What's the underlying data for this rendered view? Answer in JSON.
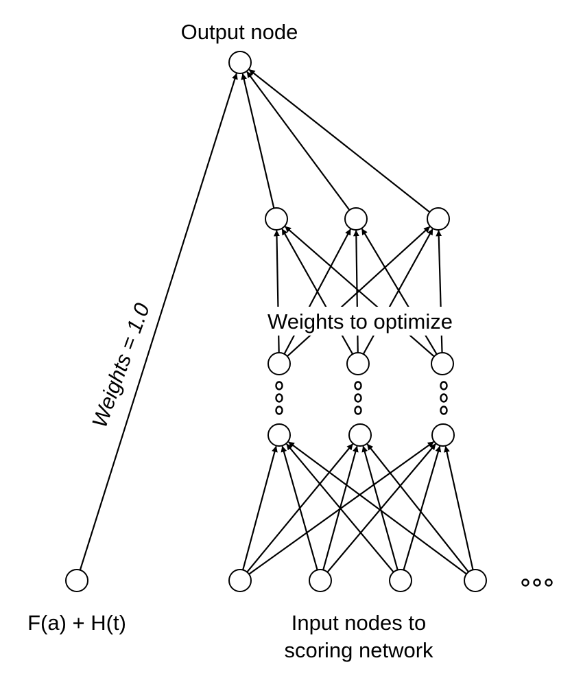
{
  "labels": {
    "output_node": "Output node",
    "weights_fixed": "Weights = 1.0",
    "weights_optimize": "Weights to optimize",
    "bias_input": "F(a) + H(t)",
    "input_nodes_line1": "Input nodes to",
    "input_nodes_line2": "scoring network"
  },
  "network": {
    "input_node_count": 4,
    "lower_hidden_node_count": 3,
    "upper_hidden_node_count": 3,
    "output_node_count": 1,
    "more_inputs_indicator": "ellipsis",
    "hidden_layers_elided": true
  },
  "colors": {
    "stroke": "#000000",
    "background": "#ffffff"
  }
}
